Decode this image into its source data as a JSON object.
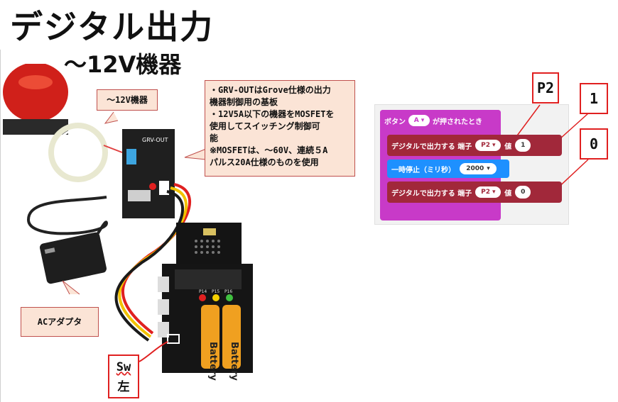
{
  "title": "デジタル出力",
  "subtitle": "～12V機器",
  "callouts": {
    "device_12v": "～12V機器",
    "description_lines": [
      "・GRV-OUTはGrove仕様の出力",
      "機器制御用の基板",
      "・12V5A以下の機器をMOSFETを",
      "使用してスイッチング制御可",
      "能",
      "※MOSFETは、～60V、連続５A",
      "パルス20A仕様のものを使用"
    ],
    "ac_adapter": "ACアダプタ",
    "sw_line1": "Sw",
    "sw_line2": "左"
  },
  "labels": {
    "p2": "P2",
    "one": "1",
    "zero": "0"
  },
  "makecode": {
    "event_block": {
      "prefix": "ボタン",
      "button": "A",
      "suffix": "が押されたとき"
    },
    "digital_write_1": {
      "label": "デジタルで出力する 端子",
      "pin": "P2",
      "value_label": "値",
      "value": "1"
    },
    "pause": {
      "label": "一時停止（ミリ秒）",
      "value": "2000"
    },
    "digital_write_2": {
      "label": "デジタルで出力する 端子",
      "pin": "P2",
      "value_label": "値",
      "value": "0"
    }
  },
  "board_labels": {
    "battery1": "Battery",
    "battery2": "Battery",
    "grv": "GRV-OUT",
    "pin_labels": [
      "P14",
      "P15",
      "P16"
    ]
  },
  "colors": {
    "event_block": "#c83ac8",
    "digital_block": "#a1283a",
    "pause_block": "#1e90ff",
    "callout_fill": "#fbe4d6",
    "callout_border": "#c0504d",
    "label_border": "#e02020"
  }
}
